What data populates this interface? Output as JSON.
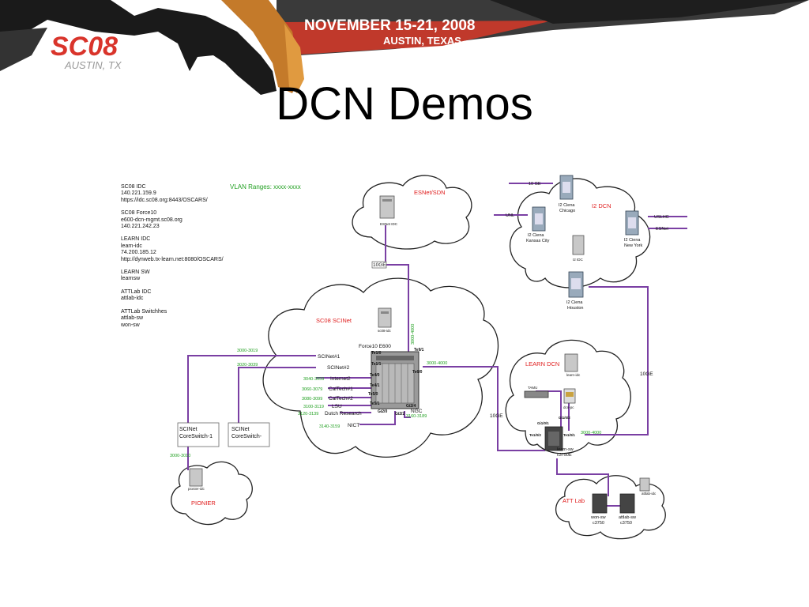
{
  "banner": {
    "dates": "NOVEMBER 15-21, 2008",
    "location": "AUSTIN, TEXAS",
    "logo_text": "SC08",
    "logo_sub": "AUSTIN, TX"
  },
  "title": "DCN Demos",
  "info": [
    {
      "lines": [
        "SC08 IDC",
        "140.221.159.9",
        "https://idc.sc08.org:8443/OSCARS/"
      ]
    },
    {
      "lines": [
        "SC08 Force10",
        "e600-dcn-mgmt.sc08.org",
        "140.221.242.23"
      ]
    },
    {
      "lines": [
        "LEARN IDC",
        "learn-idc",
        "74.200.185.12",
        "http://dynweb.tx-learn.net:8080/OSCARS/"
      ]
    },
    {
      "lines": [
        "LEARN SW",
        "learnsw"
      ]
    },
    {
      "lines": [
        "ATTLab IDC",
        "attlab-idc"
      ]
    },
    {
      "lines": [
        "ATTLab Switchhes",
        "attlab-sw",
        "won-sw"
      ]
    }
  ],
  "vlan_label": "VLAN Ranges:  xxxx-xxxx",
  "clouds": {
    "esnet": "ESNet/SDN",
    "esnet_idc": "ESNet IDC",
    "scinet": "SC08 SCINet",
    "scinet_idc": "sc08-idc",
    "i2": "I2 DCN",
    "learn": "LEARN DCN",
    "pionier": "PIONIER",
    "attlab": "ATT Lab"
  },
  "force10": {
    "name": "Force10 E600",
    "ports": [
      "Te1/0",
      "Te1/1",
      "Te4/0",
      "Te4/1",
      "Te5/0",
      "Te5/1",
      "Gi2/0",
      "Gi2/2",
      "Gi2/4",
      "Te9/1",
      "Te6/0"
    ]
  },
  "links": {
    "esnet_10ge": "10GE",
    "esnet_vlan": "3000-4000",
    "learn_vlan": "3000-4000",
    "scinet1": "SCINet#1",
    "scinet1_vlan": "3000-3019",
    "scinet2": "SCINet#2",
    "scinet2_vlan": "3020-3039",
    "internet2": "Internet2",
    "internet2_vlan": "3040-3059",
    "caltech1": "CalTech#1",
    "caltech1_vlan": "3060-3079",
    "caltech2": "CalTech#2",
    "caltech2_vlan": "3080-3099",
    "lsu": "LSU",
    "lsu_vlan": "3100-3119",
    "dutch": "Dutch Research",
    "dutch_vlan": "3120-3139",
    "nict": "NICT",
    "nict_vlan": "3140-3159",
    "ngc": "NGC",
    "ngc_vlan": "3160-3189",
    "pionier_vlan": "3000-3010",
    "learn_10ge": "10GE",
    "i2_10ge": "10GE",
    "i2_learn_vlan": "3000-4000",
    "i2_top_10ge": "10 GE",
    "unl": "UNL",
    "uslhc": "USLHC",
    "esnet_right": "ESNet"
  },
  "switches": {
    "core1": [
      "SCINet",
      "CoreSwitch-1"
    ],
    "core2": [
      "SCINet",
      "CoreSwitch-"
    ],
    "pionier_idc": "pionier-idc"
  },
  "i2_nodes": {
    "chicago": [
      "I2 Ciena",
      "Chicago"
    ],
    "kansas": [
      "I2 Ciena",
      "Kansas City"
    ],
    "newyork": [
      "I2 Ciena",
      "New York"
    ],
    "houston": [
      "I2 Ciena",
      "Houston"
    ],
    "idc": "I2 IDC"
  },
  "learn_nodes": {
    "learn_idc": "learn-idc",
    "tamu": "TAMU",
    "dcn_pc": "dcn-pc",
    "switch": [
      "learn-sw",
      "c3750E"
    ],
    "ports": [
      "Gi1/0/1",
      "Te1/0/2",
      "Te1/0/1",
      "Gi1/0/2"
    ]
  },
  "att_nodes": {
    "idc": "attlab-idc",
    "won": [
      "won-sw",
      "c3750"
    ],
    "attlab": [
      "attlab-sw",
      "c3750"
    ]
  },
  "colors": {
    "link": "#7a3fa3",
    "vlan": "#22a022",
    "cloud_label": "#e02020",
    "banner_dark": "#2a2a2a",
    "banner_red": "#c0392b"
  }
}
